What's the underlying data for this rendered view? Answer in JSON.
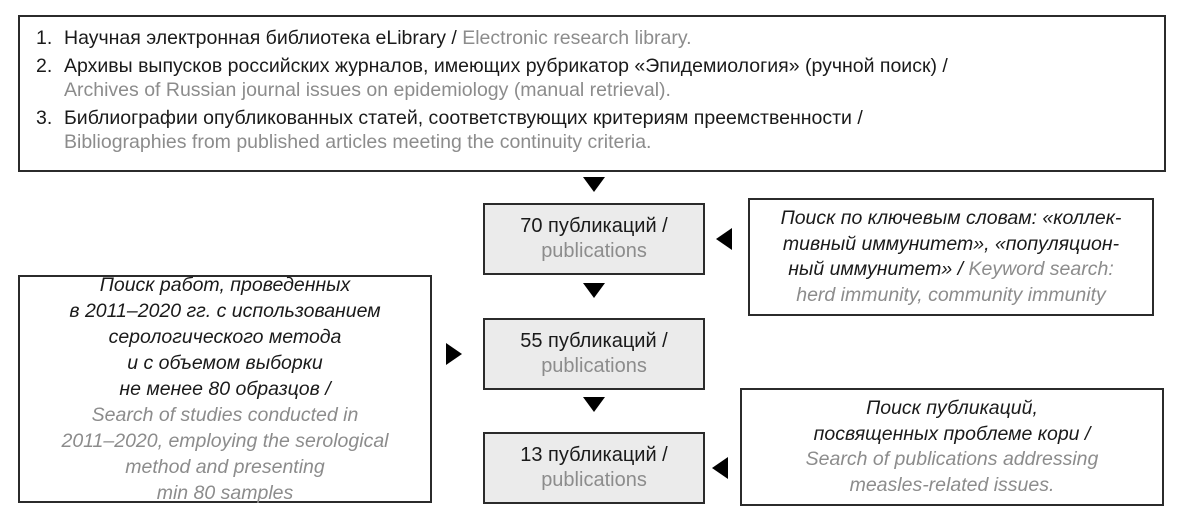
{
  "diagram": {
    "title": "Study selection flowchart",
    "colors": {
      "box_border": "#2b2b2b",
      "box_fill_gray": "#ebebeb",
      "text_ru": "#1a1a1a",
      "text_en": "#8c8c8c",
      "arrow": "#000000",
      "background": "#ffffff"
    },
    "sources_box": {
      "items": [
        {
          "number": "1.",
          "ru": "Научная электронная библиотека eLibrary / ",
          "en": "Electronic research library."
        },
        {
          "number": "2.",
          "ru": "Архивы выпусков российских журналов, имеющих рубрикатор «Эпидемиология» (ручной поиск) /",
          "en": "Archives of Russian journal issues on epidemiology (manual retrieval)."
        },
        {
          "number": "3.",
          "ru": "Библиографии опубликованных статей, соответствующих критериям преемственности /",
          "en": "Bibliographies from published articles meeting the continuity criteria."
        }
      ]
    },
    "counts": [
      {
        "id": "count-70",
        "ru": "70 публикаций /",
        "en": "publications"
      },
      {
        "id": "count-55",
        "ru": "55 публикаций /",
        "en": "publications"
      },
      {
        "id": "count-13",
        "ru": "13 публикаций /",
        "en": "publications"
      }
    ],
    "note_left": {
      "ru_lines": [
        "Поиск работ, проведенных",
        "в 2011–2020 гг. с использованием",
        "серологического метода",
        "и с объемом выборки",
        "не менее 80 образцов /"
      ],
      "en_lines": [
        "Search of studies conducted in",
        "2011–2020, employing the serological",
        "method and presenting",
        "min 80 samples"
      ]
    },
    "note_keyword": {
      "ru_lines": [
        "Поиск по ключевым словам: «коллек-",
        "тивный иммунитет», «популяцион-",
        "ный иммунитет» /"
      ],
      "en_lines": [
        "Keyword search:",
        "herd immunity, community immunity"
      ],
      "mixed_line3_ru": "ный иммунитет» / ",
      "mixed_line3_en": "Keyword search:"
    },
    "note_measles": {
      "ru_lines": [
        "Поиск публикаций,",
        "посвященных проблеме кори /"
      ],
      "en_lines": [
        "Search of publications addressing",
        "measles-related issues."
      ]
    },
    "arrows": [
      {
        "name": "arrow-top-to-70",
        "direction": "down"
      },
      {
        "name": "arrow-70-to-55",
        "direction": "down"
      },
      {
        "name": "arrow-55-to-13",
        "direction": "down"
      },
      {
        "name": "arrow-keyword-to-70",
        "direction": "left"
      },
      {
        "name": "arrow-left-to-55",
        "direction": "right"
      },
      {
        "name": "arrow-measles-to-13",
        "direction": "left"
      }
    ]
  }
}
